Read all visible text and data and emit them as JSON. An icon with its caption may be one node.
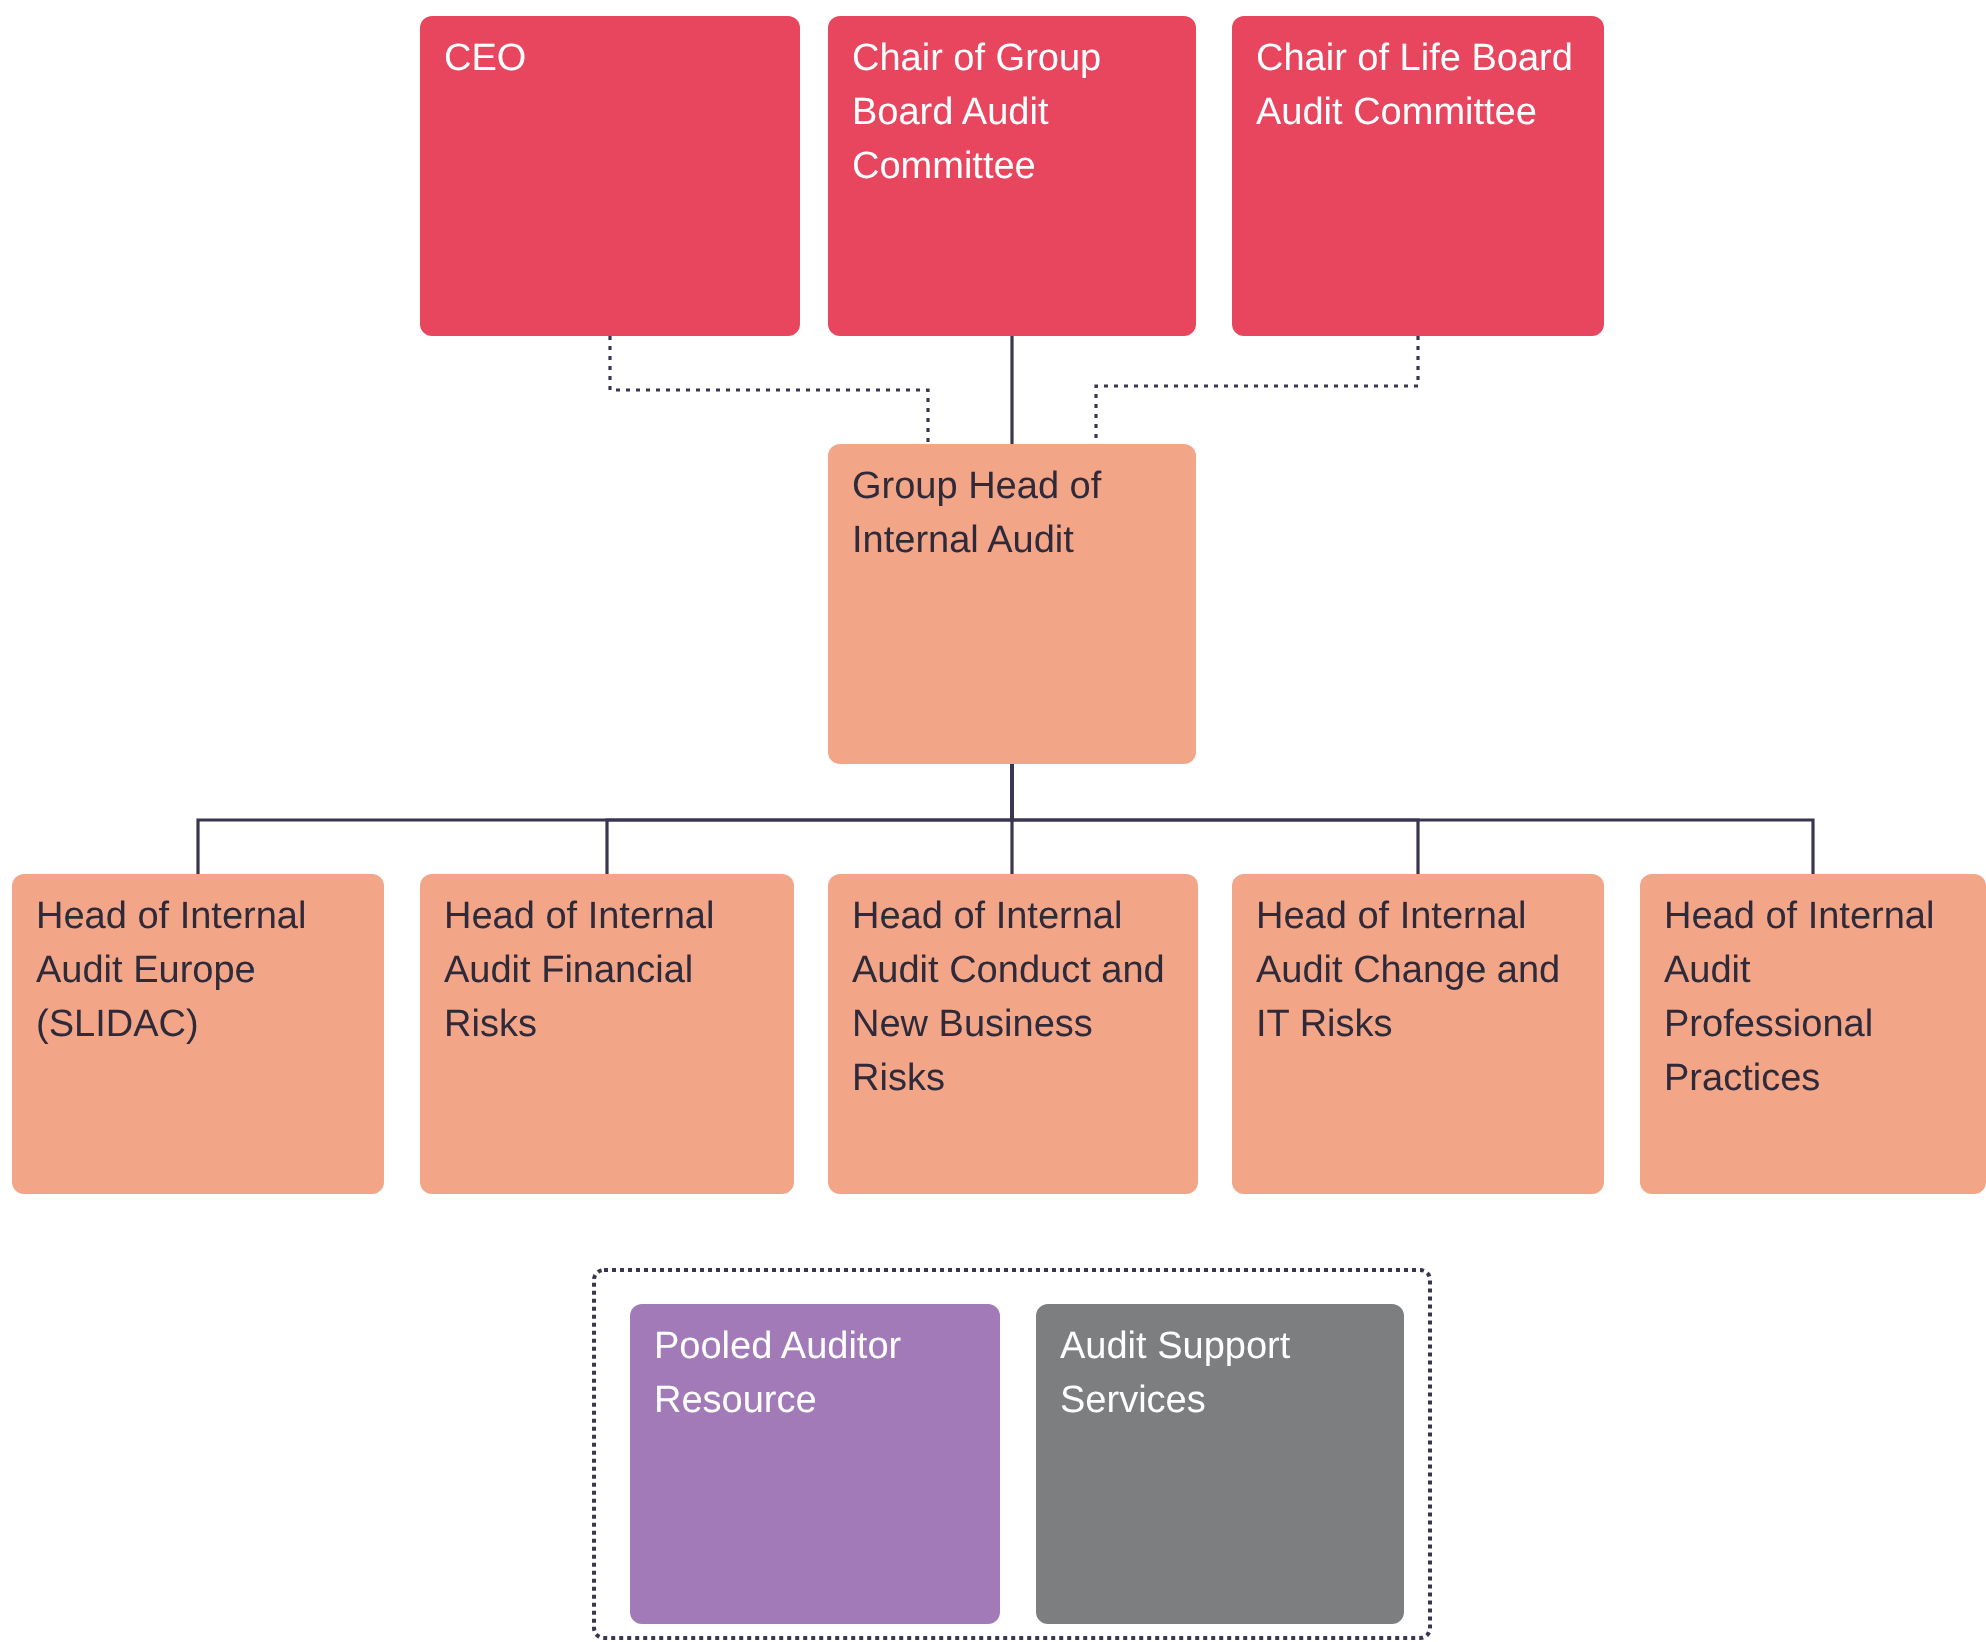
{
  "diagram": {
    "nodes": [
      {
        "text": [
          "CEO"
        ]
      },
      {
        "text": [
          "Chair of Group Board Audit Committee"
        ]
      },
      {
        "text": [
          "Chair of Life Board Audit Committee"
        ]
      },
      {
        "text": [
          "Group Head of Internal Audit"
        ]
      },
      {
        "text": [
          "Head of Internal Audit Europe (SLIDAC)"
        ]
      },
      {
        "text": [
          "Head of Internal Audit Financial Risks"
        ]
      },
      {
        "text": [
          "Head of Internal Audit Conduct and New Business Risks"
        ]
      },
      {
        "text": [
          "Head of Internal Audit Change and IT Risks"
        ]
      },
      {
        "text": [
          "Head of Internal Audit Professional Practices"
        ]
      },
      {
        "text": [],
        "shape": "box"
      },
      {
        "text": [
          "Pooled Auditor Resource"
        ],
        "in": 9
      },
      {
        "text": [
          "Audit Support Services"
        ],
        "in": 9
      }
    ],
    "edges": [
      {
        "from": 0,
        "to": 3,
        "arrow": "none",
        "style": "dashed"
      },
      {
        "from": 1,
        "to": 3,
        "arrow": "none"
      },
      {
        "from": 2,
        "to": 3,
        "arrow": "none",
        "style": "dashed"
      },
      {
        "from": 3,
        "to": 4,
        "arrow": "none"
      },
      {
        "from": 3,
        "to": 5,
        "arrow": "none"
      },
      {
        "from": 3,
        "to": 6,
        "arrow": "none"
      },
      {
        "from": 3,
        "to": 7,
        "arrow": "none"
      },
      {
        "from": 3,
        "to": 8,
        "arrow": "none"
      }
    ]
  }
}
